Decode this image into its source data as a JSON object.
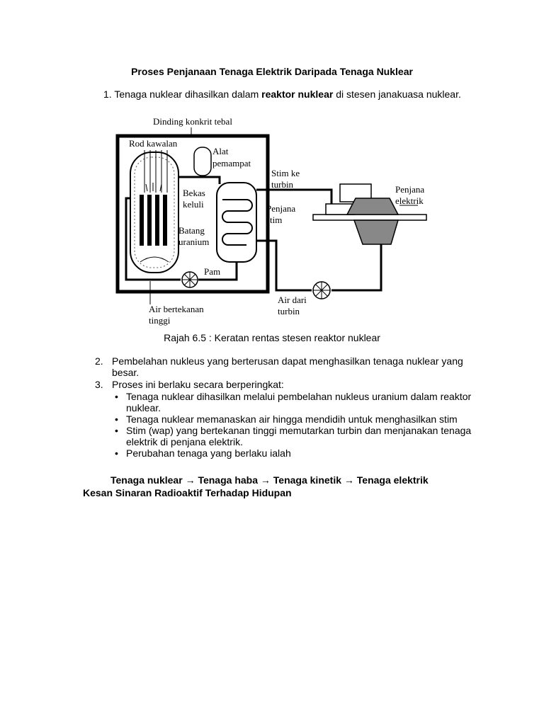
{
  "doc": {
    "title": "Proses Penjanaan Tenaga Elektrik Daripada Tenaga Nuklear",
    "item1": {
      "number": "1.",
      "pre": "Tenaga nuklear dihasilkan dalam ",
      "bold": "reaktor nuklear",
      "post": " di stesen janakuasa nuklear."
    },
    "figure": {
      "labels": {
        "wall": "Dinding konkrit tebal",
        "rod": "Rod kawalan",
        "alat1": "Alat",
        "alat2": "pemampat",
        "stimke1": "Stim ke",
        "stimke2": "turbin",
        "penjanaE1": "Penjana",
        "penjanaE2": "elektrik",
        "bekas1": "Bekas",
        "bekas2": "keluli",
        "penjanaS1": "Penjana",
        "penjanaS2": "stim",
        "batang1": "Batang",
        "batang2": "uranium",
        "pam": "Pam",
        "air1": "Air bertekanan",
        "air2": "tinggi",
        "airdari1": "Air dari",
        "airdari2": "turbin"
      }
    },
    "caption": "Rajah 6.5 : Keratan rentas stesen reaktor nuklear",
    "item2": {
      "number": "2.",
      "line1": "Pembelahan nukleus yang berterusan dapat menghasilkan tenaga nuklear yang",
      "line2": "besar."
    },
    "item3": {
      "number": "3.",
      "text": "Proses ini berlaku secara berperingkat:"
    },
    "bullets": [
      {
        "line1": "Tenaga nuklear dihasilkan melalui pembelahan nukleus uranium dalam reaktor",
        "line2": "nuklear."
      },
      {
        "line1": "Tenaga nuklear memanaskan air hingga mendidih untuk menghasilkan stim",
        "line2": ""
      },
      {
        "line1": "Stim (wap) yang bertekanan tinggi memutarkan turbin dan menjanakan  tenaga",
        "line2": "elektrik di penjana elektrik."
      },
      {
        "line1": "Perubahan tenaga yang berlaku ialah",
        "line2": ""
      }
    ],
    "bullet_symbol": "•",
    "flow": {
      "s1": "Tenaga nuklear",
      "s2": "Tenaga haba",
      "s3": "Tenaga kinetik",
      "s4": "Tenaga elektrik",
      "arrow": "→"
    },
    "kesan": "Kesan  Sinaran Radioaktif Terhadap Hidupan"
  }
}
